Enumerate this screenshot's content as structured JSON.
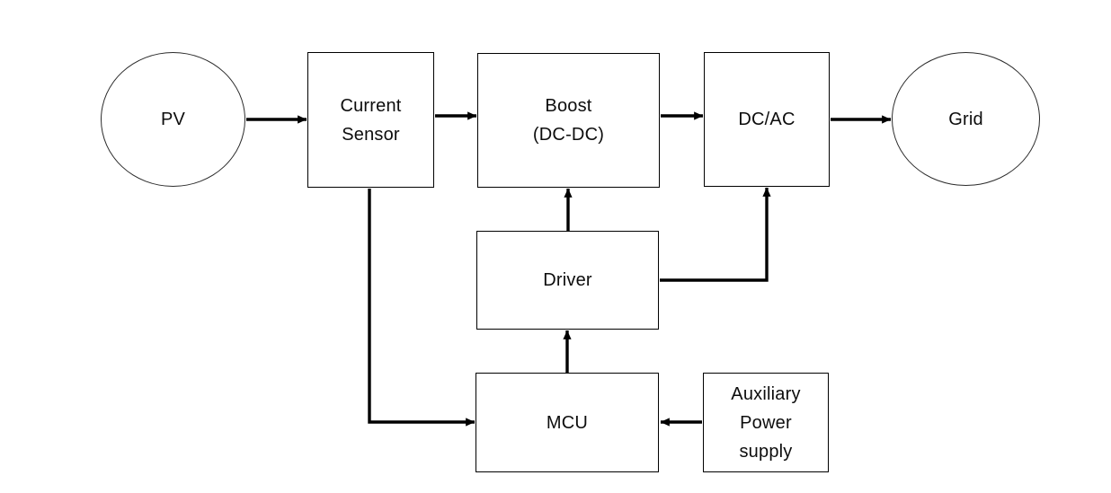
{
  "diagram": {
    "type": "block-diagram",
    "background": "#ffffff",
    "stroke_color": "#000000",
    "nodes": {
      "pv": {
        "label": "PV",
        "shape": "ellipse"
      },
      "current_sensor": {
        "label": "Current\nSensor",
        "shape": "rect"
      },
      "boost": {
        "label": "Boost\n(DC-DC)",
        "shape": "rect"
      },
      "dc_ac": {
        "label": "DC/AC",
        "shape": "rect"
      },
      "grid": {
        "label": "Grid",
        "shape": "ellipse"
      },
      "driver": {
        "label": "Driver",
        "shape": "rect"
      },
      "mcu": {
        "label": "MCU",
        "shape": "rect"
      },
      "aux_power": {
        "label": "Auxiliary\nPower\nsupply",
        "shape": "rect"
      }
    },
    "edges": [
      {
        "from": "PV",
        "to": "Current Sensor",
        "style": "arrow"
      },
      {
        "from": "Current Sensor",
        "to": "Boost (DC-DC)",
        "style": "arrow"
      },
      {
        "from": "Boost (DC-DC)",
        "to": "DC/AC",
        "style": "arrow"
      },
      {
        "from": "DC/AC",
        "to": "Grid",
        "style": "arrow"
      },
      {
        "from": "Driver",
        "to": "Boost (DC-DC)",
        "style": "arrow"
      },
      {
        "from": "Driver",
        "to": "DC/AC",
        "style": "arrow-elbow"
      },
      {
        "from": "MCU",
        "to": "Driver",
        "style": "arrow"
      },
      {
        "from": "Current Sensor",
        "to": "MCU",
        "style": "arrow-elbow"
      },
      {
        "from": "Auxiliary Power supply",
        "to": "MCU",
        "style": "arrow"
      }
    ]
  }
}
